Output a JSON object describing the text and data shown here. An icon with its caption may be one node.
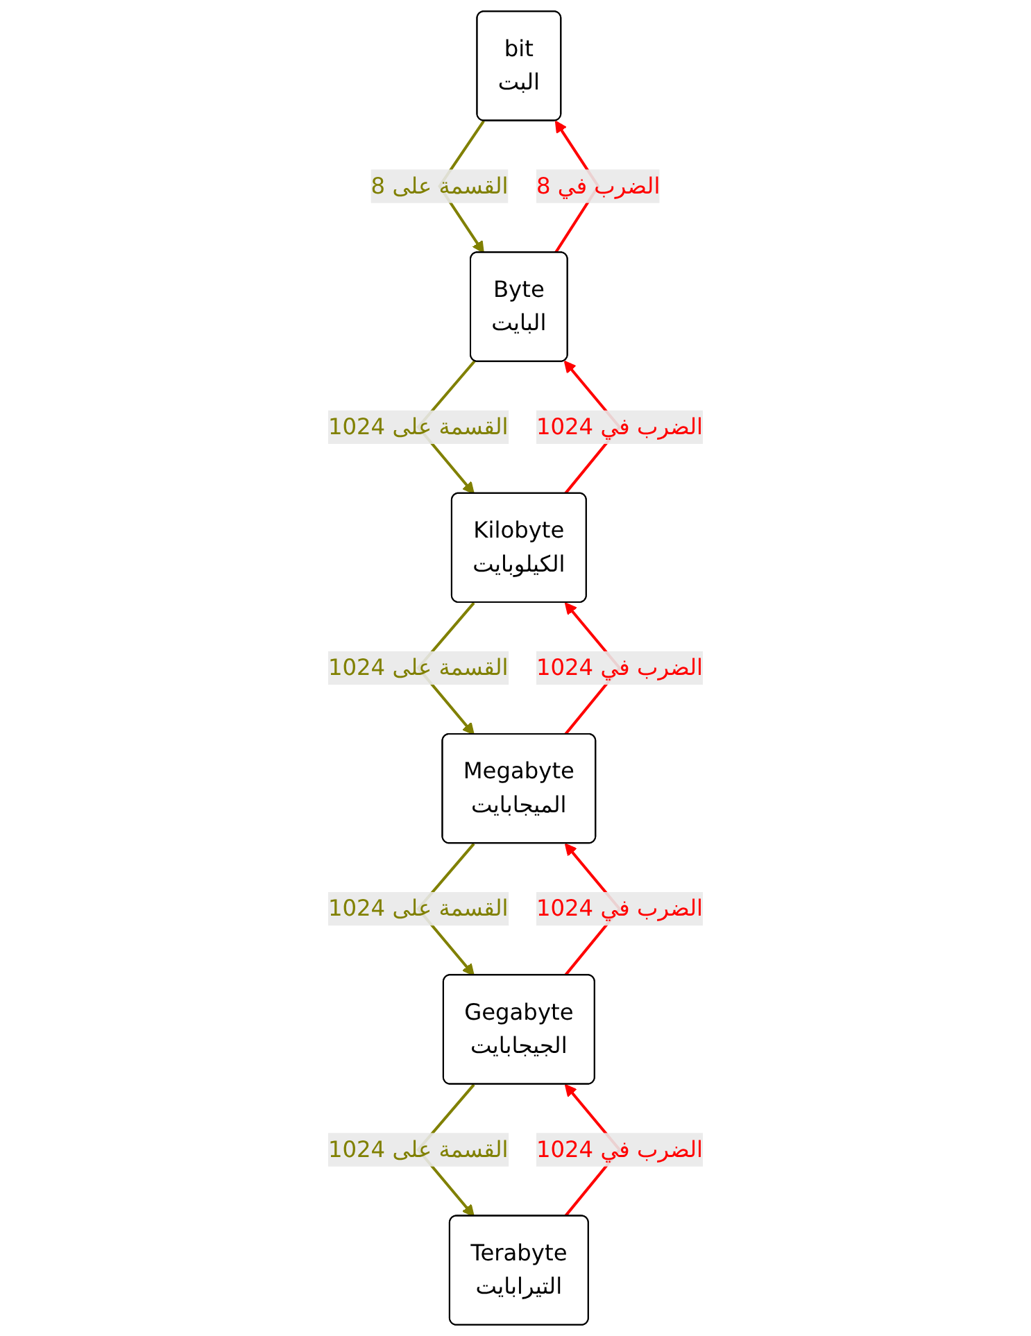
{
  "diagram": {
    "nodes": [
      {
        "text": [
          "bit",
          "البت"
        ]
      },
      {
        "text": [
          "Byte",
          "البايت"
        ]
      },
      {
        "text": [
          "Kilobyte",
          "الكيلوبايت"
        ]
      },
      {
        "text": [
          "Megabyte",
          "الميجابايت"
        ]
      },
      {
        "text": [
          "Gegabyte",
          "الجيجابايت"
        ]
      },
      {
        "text": [
          "Terabyte",
          "التيرابايت"
        ]
      }
    ],
    "edges": [
      {
        "from": 0,
        "to": 1,
        "arrow": "to",
        "label": "القسمة على 8",
        "color": "#808000"
      },
      {
        "from": 1,
        "to": 0,
        "arrow": "to",
        "label": "الضرب في 8",
        "color": "#ff0000"
      },
      {
        "from": 1,
        "to": 2,
        "arrow": "to",
        "label": "القسمة على 1024",
        "color": "#808000"
      },
      {
        "from": 2,
        "to": 1,
        "arrow": "to",
        "label": "الضرب في 1024",
        "color": "#ff0000"
      },
      {
        "from": 2,
        "to": 3,
        "arrow": "to",
        "label": "القسمة على 1024",
        "color": "#808000"
      },
      {
        "from": 3,
        "to": 2,
        "arrow": "to",
        "label": "الضرب في 1024",
        "color": "#ff0000"
      },
      {
        "from": 3,
        "to": 4,
        "arrow": "to",
        "label": "القسمة على 1024",
        "color": "#808000"
      },
      {
        "from": 4,
        "to": 3,
        "arrow": "to",
        "label": "الضرب في 1024",
        "color": "#ff0000"
      },
      {
        "from": 4,
        "to": 5,
        "arrow": "to",
        "label": "القسمة على 1024",
        "color": "#808000"
      },
      {
        "from": 5,
        "to": 4,
        "arrow": "to",
        "label": "الضرب في 1024",
        "color": "#ff0000"
      }
    ]
  }
}
